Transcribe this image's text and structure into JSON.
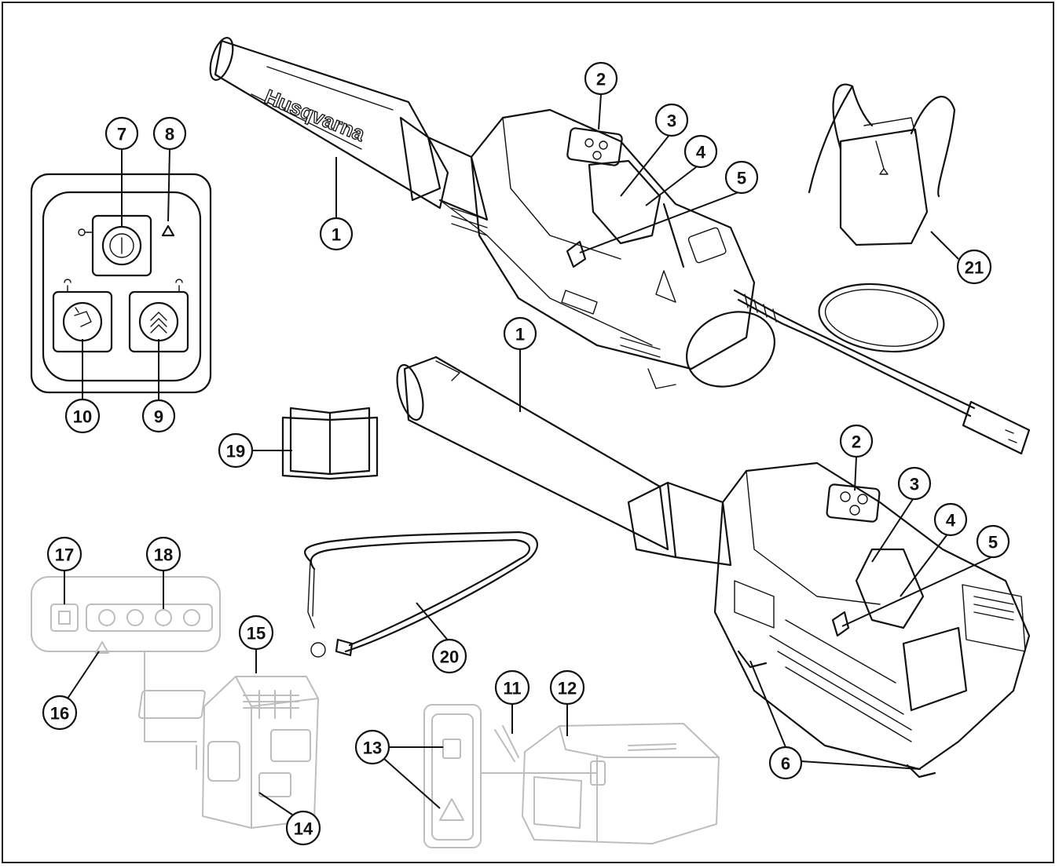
{
  "brand_text": "Husqvarna",
  "callouts": {
    "c1a": "1",
    "c1b": "1",
    "c2a": "2",
    "c2b": "2",
    "c3a": "3",
    "c3b": "3",
    "c4a": "4",
    "c4b": "4",
    "c5a": "5",
    "c5b": "5",
    "c6": "6",
    "c7": "7",
    "c8": "8",
    "c9": "9",
    "c10": "10",
    "c11": "11",
    "c12": "12",
    "c13": "13",
    "c14": "14",
    "c15": "15",
    "c16": "16",
    "c17": "17",
    "c18": "18",
    "c19": "19",
    "c20": "20",
    "c21": "21"
  }
}
